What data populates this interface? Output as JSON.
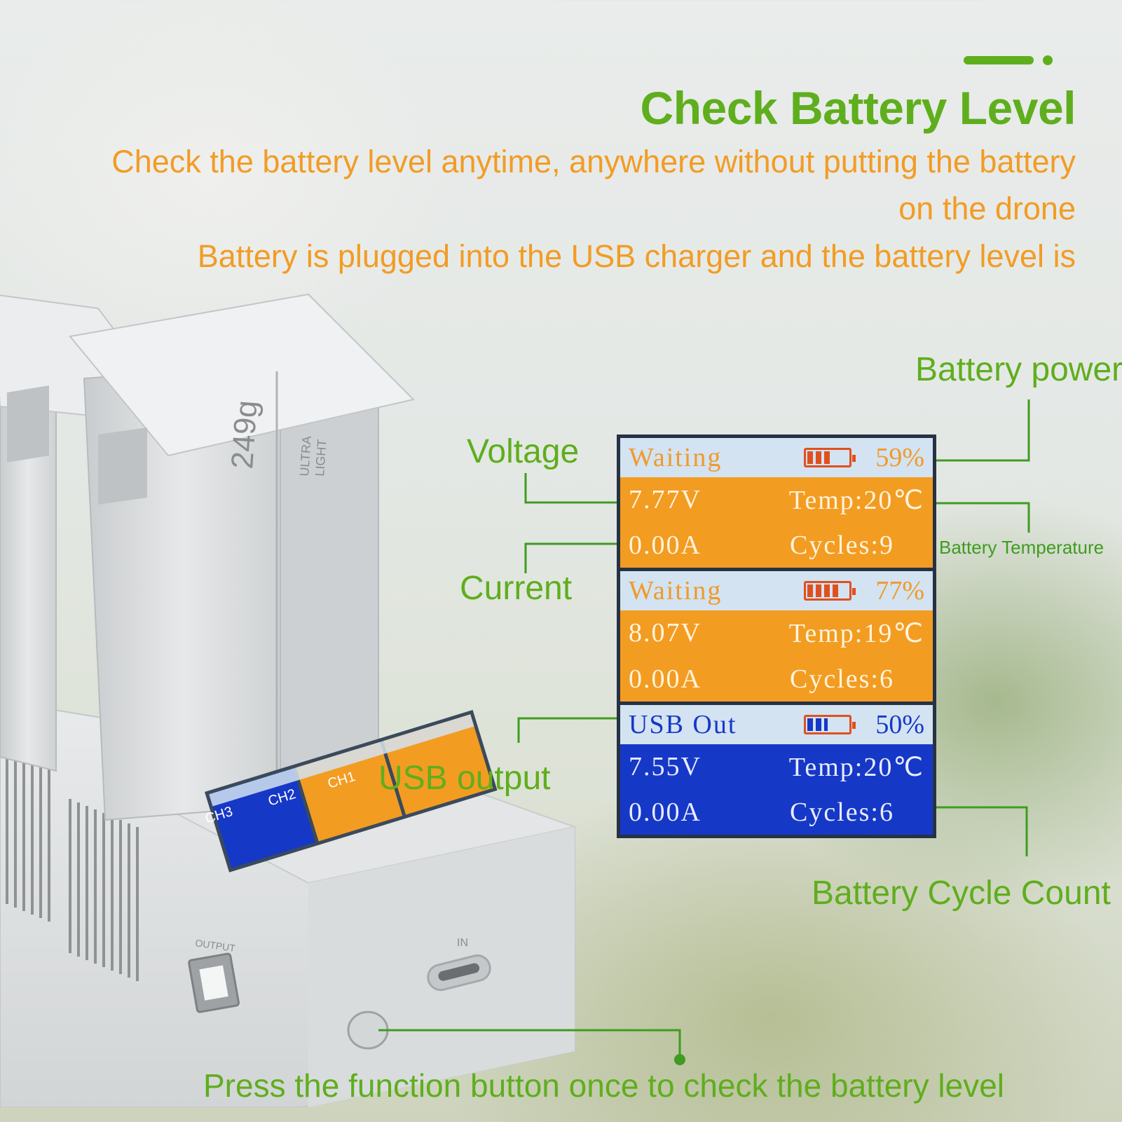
{
  "header": {
    "title": "Check Battery Level",
    "desc_line1": "Check the battery level anytime, anywhere without putting the battery",
    "desc_line2": "on the drone",
    "desc_line3": "Battery is plugged into the USB charger and the battery level is"
  },
  "callouts": {
    "battery_power": "Battery power",
    "voltage": "Voltage",
    "current": "Current",
    "battery_temperature": "Battery Temperature",
    "usb_output": "USB output",
    "battery_cycle_count": "Battery Cycle Count",
    "function_button": "Press the function button once to check the battery level"
  },
  "device": {
    "battery_label_weight": "249g",
    "battery_label_brand_1": "ULTRA",
    "battery_label_brand_2": "LIGHT",
    "channel_labels": [
      "CH3",
      "CH2",
      "CH1"
    ],
    "port_output": "OUTPUT",
    "port_in": "IN"
  },
  "lcd": {
    "panels": [
      {
        "status": "Waiting",
        "percent": "59%",
        "level": 0.59,
        "voltage": "7.77V",
        "temp": "Temp:20℃",
        "current": "0.00A",
        "cycles": "Cycles:9",
        "theme": "orange"
      },
      {
        "status": "Waiting",
        "percent": "77%",
        "level": 0.77,
        "voltage": "8.07V",
        "temp": "Temp:19℃",
        "current": "0.00A",
        "cycles": "Cycles:6",
        "theme": "orange"
      },
      {
        "status": "USB Out",
        "percent": "50%",
        "level": 0.5,
        "voltage": "7.55V",
        "temp": "Temp:20℃",
        "current": "0.00A",
        "cycles": "Cycles:6",
        "theme": "blue"
      }
    ]
  },
  "colors": {
    "accent_green": "#5fae1d",
    "accent_orange": "#f29c25",
    "lcd_orange": "#f39c22",
    "lcd_blue": "#1638c7"
  }
}
